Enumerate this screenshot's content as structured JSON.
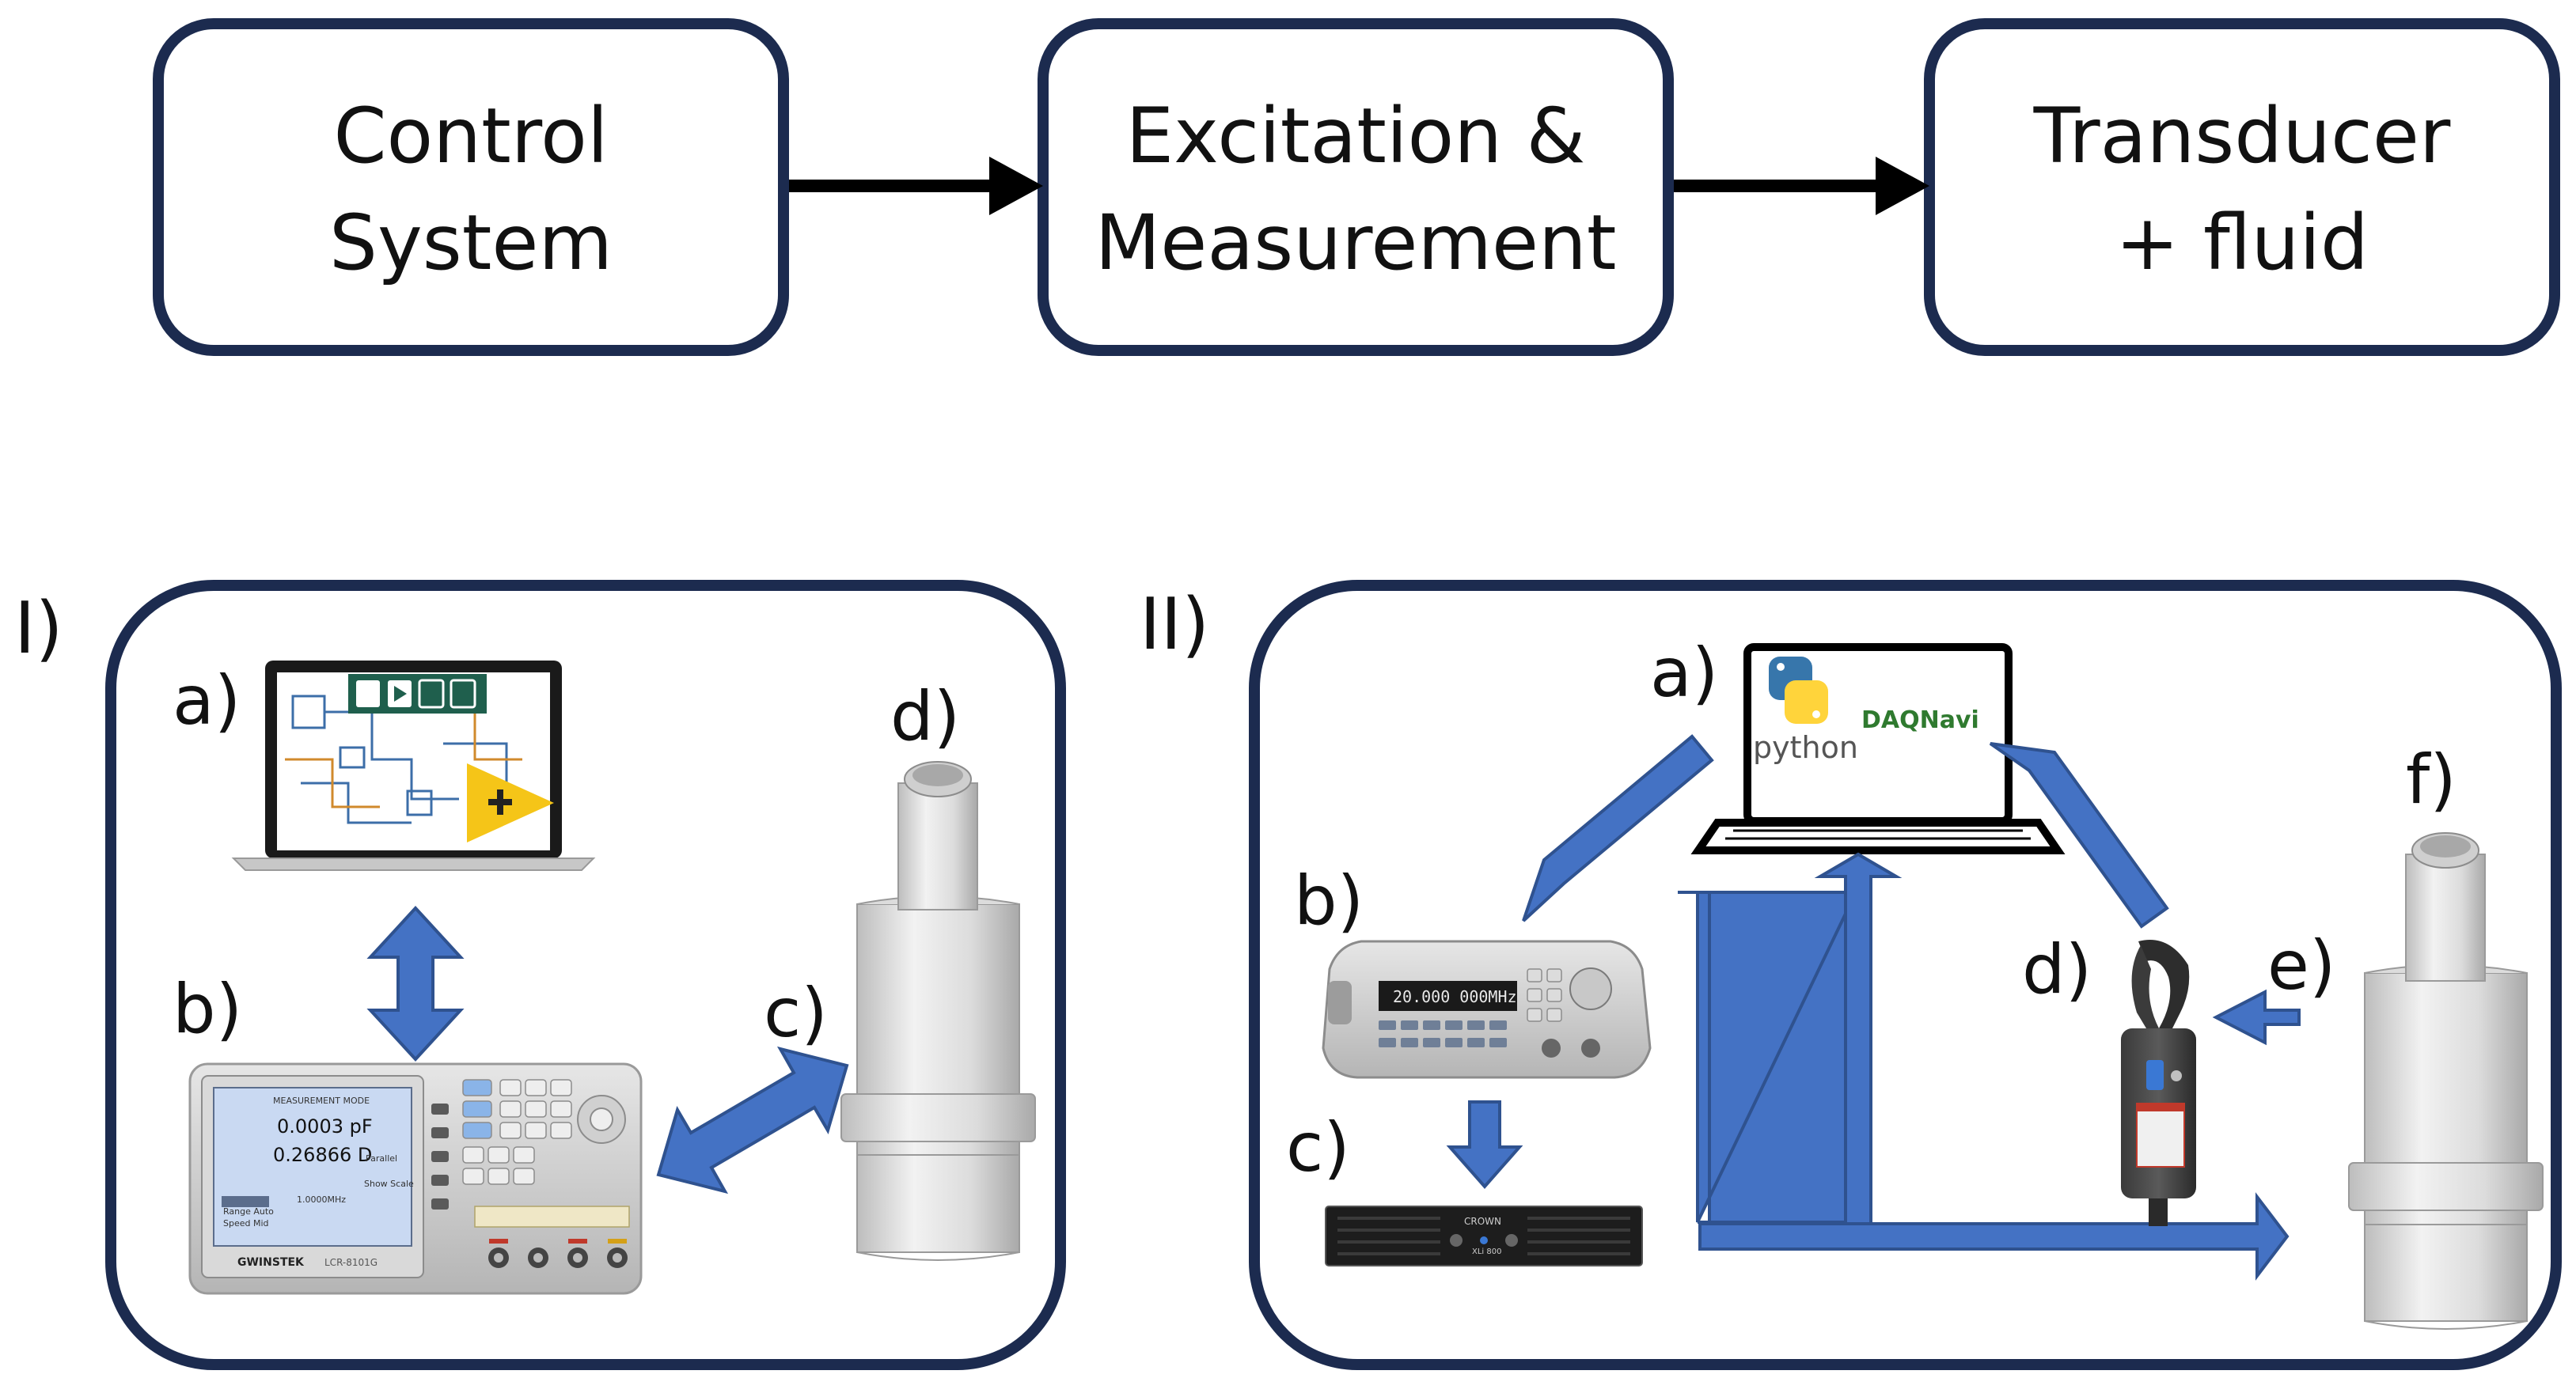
{
  "flow": {
    "boxes": [
      {
        "line1": "Control",
        "line2": "System"
      },
      {
        "line1": "Excitation &",
        "line2": "Measurement"
      },
      {
        "line1": "Transducer",
        "line2": "+ fluid"
      }
    ]
  },
  "panel1": {
    "label": "I)",
    "items": {
      "a": "a)",
      "b": "b)",
      "c": "c)",
      "d": "d)"
    },
    "meter_screen": {
      "header": "MEASUREMENT MODE",
      "value1": "0.0003 pF",
      "value2": "0.26866  D",
      "side_label": "Parallel",
      "scale_label": "Show Scale",
      "range_label": "Range Auto",
      "speed_label": "Speed Mid",
      "freq": "1.0000MHz"
    },
    "meter_brand": "GWINSTEK",
    "meter_model": "LCR-8101G"
  },
  "panel2": {
    "label": "II)",
    "items": {
      "a": "a)",
      "b": "b)",
      "c": "c)",
      "d": "d)",
      "e": "e)",
      "f": "f)"
    },
    "laptop": {
      "python": "python",
      "daqnavi": "DAQNavi"
    },
    "generator_display": "20.000 000MHz",
    "amp_brand": "CROWN",
    "amp_model": "XLi 800"
  },
  "colors": {
    "frame": "#1c2b4f",
    "blue_arrow": "#4472c4",
    "arrow_outline": "#2f528f"
  }
}
